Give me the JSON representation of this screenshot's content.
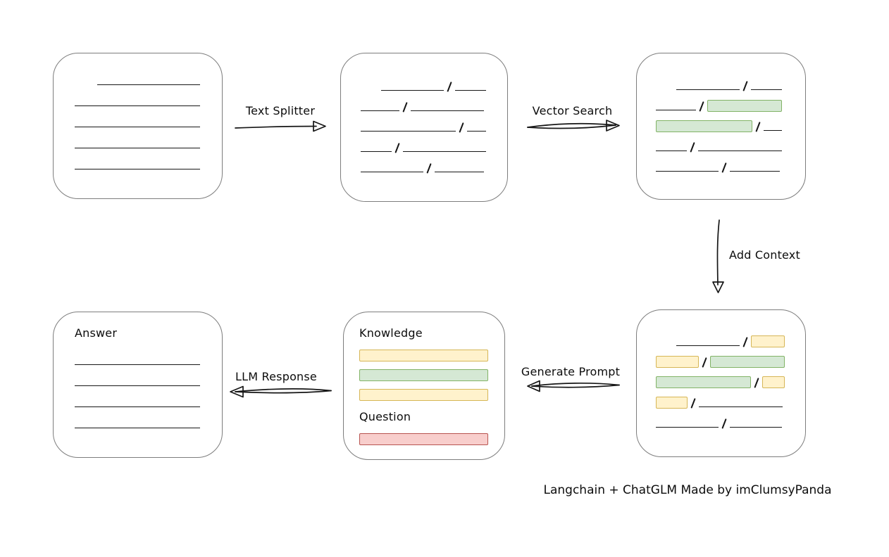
{
  "caption": "Langchain + ChatGLM Made by imClumsyPanda",
  "labels": {
    "text_splitter": "Text Splitter",
    "vector_search": "Vector Search",
    "add_context": "Add Context",
    "generate_prompt": "Generate Prompt",
    "llm_response": "LLM Response"
  },
  "colors": {
    "green_fill": "#d5e8d4",
    "green_stroke": "#82b366",
    "yellow_fill": "#fff2cc",
    "yellow_stroke": "#d6b656",
    "red_fill": "#f8cecc",
    "red_stroke": "#b85450",
    "box_stroke": "#7d7d7d",
    "ink": "#161616"
  },
  "boxes": {
    "source_document": {
      "rows": [
        [
          {
            "t": "gap",
            "w": 32
          },
          {
            "t": "line",
            "w": 148
          }
        ],
        [
          {
            "t": "line",
            "w": 180
          }
        ],
        [
          {
            "t": "line",
            "w": 180
          }
        ],
        [
          {
            "t": "line",
            "w": 180
          }
        ],
        [
          {
            "t": "line",
            "w": 180
          }
        ]
      ]
    },
    "split_text": {
      "rows": [
        [
          {
            "t": "gap",
            "w": 29
          },
          {
            "t": "line",
            "w": 90
          },
          {
            "t": "slash"
          },
          {
            "t": "line",
            "w": 44
          }
        ],
        [
          {
            "t": "line",
            "w": 55
          },
          {
            "t": "slash"
          },
          {
            "t": "line",
            "w": 104
          }
        ],
        [
          {
            "t": "line",
            "w": 135
          },
          {
            "t": "slash"
          },
          {
            "t": "line",
            "w": 27
          }
        ],
        [
          {
            "t": "line",
            "w": 44
          },
          {
            "t": "slash"
          },
          {
            "t": "line",
            "w": 119
          }
        ],
        [
          {
            "t": "line",
            "w": 89
          },
          {
            "t": "slash"
          },
          {
            "t": "line",
            "w": 70
          }
        ]
      ]
    },
    "vector_matches": {
      "rows": [
        [
          {
            "t": "gap",
            "w": 29
          },
          {
            "t": "line",
            "w": 90
          },
          {
            "t": "slash"
          },
          {
            "t": "line",
            "w": 44
          }
        ],
        [
          {
            "t": "line",
            "w": 57
          },
          {
            "t": "slash"
          },
          {
            "t": "chunk",
            "c": "green",
            "w": 104
          }
        ],
        [
          {
            "t": "chunk",
            "c": "green",
            "w": 135
          },
          {
            "t": "slash"
          },
          {
            "t": "line",
            "w": 26
          }
        ],
        [
          {
            "t": "line",
            "w": 44
          },
          {
            "t": "slash"
          },
          {
            "t": "line",
            "w": 119
          }
        ],
        [
          {
            "t": "line",
            "w": 89
          },
          {
            "t": "slash"
          },
          {
            "t": "line",
            "w": 71
          }
        ]
      ]
    },
    "context_chunks": {
      "rows": [
        [
          {
            "t": "gap",
            "w": 29
          },
          {
            "t": "line",
            "w": 90
          },
          {
            "t": "slash"
          },
          {
            "t": "chunk",
            "c": "yellow",
            "w": 46
          }
        ],
        [
          {
            "t": "chunk",
            "c": "yellow",
            "w": 59
          },
          {
            "t": "slash"
          },
          {
            "t": "chunk",
            "c": "green",
            "w": 104
          }
        ],
        [
          {
            "t": "chunk",
            "c": "green",
            "w": 135
          },
          {
            "t": "slash"
          },
          {
            "t": "chunk",
            "c": "yellow",
            "w": 30
          }
        ],
        [
          {
            "t": "chunk",
            "c": "yellow",
            "w": 43
          },
          {
            "t": "slash"
          },
          {
            "t": "line",
            "w": 119
          }
        ],
        [
          {
            "t": "line",
            "w": 89
          },
          {
            "t": "slash"
          },
          {
            "t": "line",
            "w": 74
          }
        ]
      ]
    },
    "prompt": {
      "knowledge_label": "Knowledge",
      "question_label": "Question",
      "knowledge_rows": [
        [
          {
            "t": "chunk",
            "c": "yellow",
            "w": 181
          }
        ],
        [
          {
            "t": "chunk",
            "c": "green",
            "w": 181
          }
        ],
        [
          {
            "t": "chunk",
            "c": "yellow",
            "w": 181
          }
        ]
      ],
      "question_rows": [
        [
          {
            "t": "chunk",
            "c": "red",
            "w": 181
          }
        ]
      ]
    },
    "answer": {
      "label": "Answer",
      "rows": [
        [
          {
            "t": "line",
            "w": 180
          }
        ],
        [
          {
            "t": "line",
            "w": 180
          }
        ],
        [
          {
            "t": "line",
            "w": 180
          }
        ],
        [
          {
            "t": "line",
            "w": 180
          }
        ]
      ]
    }
  }
}
